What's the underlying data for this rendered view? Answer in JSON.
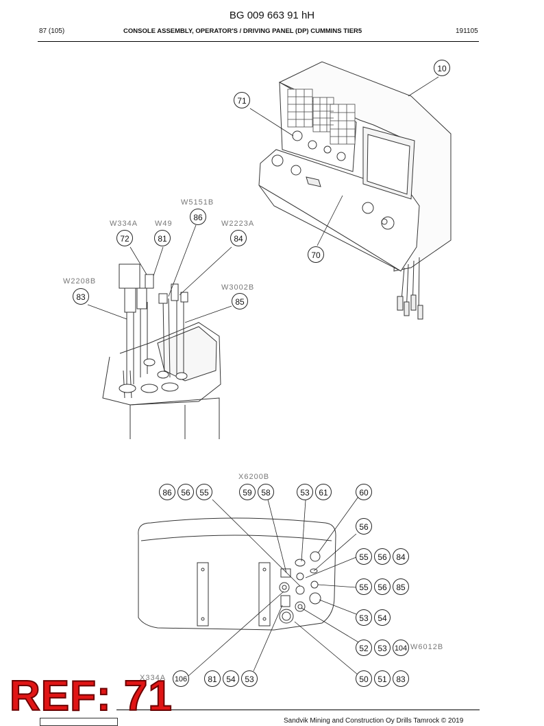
{
  "header": {
    "doc_title": "BG 009 663 91 hH",
    "page": "87 (105)",
    "section": "CONSOLE ASSEMBLY, OPERATOR'S / DRIVING PANEL (DP) CUMMINS TIER5",
    "code": "191105"
  },
  "watermark": "REF: 71",
  "footer": {
    "text": "Sandvik Mining and Construction Oy Drills Tamrock © 2019"
  },
  "upper_view": {
    "callouts": [
      "10",
      "71",
      "70",
      "86",
      "72",
      "81",
      "84",
      "83",
      "85"
    ],
    "wire_labels": [
      "W5151B",
      "W334A",
      "W49",
      "W2223A",
      "W2208B",
      "W3002B"
    ]
  },
  "lower_view": {
    "callouts": [
      "86",
      "56",
      "55",
      "59",
      "58",
      "53",
      "61",
      "60",
      "56",
      "55",
      "56",
      "84",
      "55",
      "56",
      "85",
      "53",
      "54",
      "52",
      "53",
      "104",
      "106",
      "81",
      "54",
      "53",
      "50",
      "51",
      "83"
    ],
    "wire_labels": [
      "X6200B",
      "W6012B",
      "X334A"
    ]
  }
}
